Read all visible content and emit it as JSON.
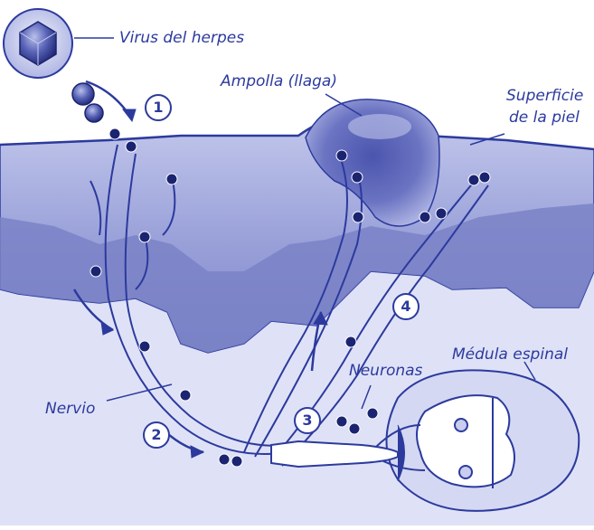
{
  "labels": {
    "virus": "Virus del herpes",
    "blister": "Ampolla (llaga)",
    "surface_line1": "Superficie",
    "surface_line2": "de la piel",
    "nerve": "Nervio",
    "neurons": "Neuronas",
    "spinal_cord": "Médula espinal"
  },
  "steps": [
    "1",
    "2",
    "3",
    "4"
  ],
  "colors": {
    "ink": "#2c3a9e",
    "skin_dark": "#6670bd",
    "skin_mid": "#9aa1d8",
    "skin_light": "#c9cdee",
    "tissue": "#dfe2f6",
    "virus_dark": "#1b2470"
  }
}
